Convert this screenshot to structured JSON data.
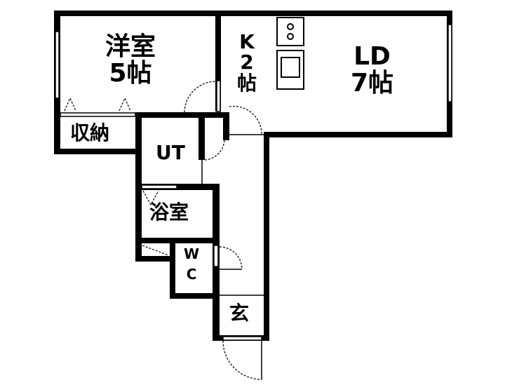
{
  "rooms": {
    "western_room": {
      "name": "洋室",
      "size": "5帖"
    },
    "kitchen": {
      "name": "K",
      "size_num": "2",
      "size_unit": "帖"
    },
    "living_dining": {
      "name": "LD",
      "size": "7帖"
    },
    "storage": {
      "name": "収納"
    },
    "utility": {
      "name": "UT"
    },
    "bathroom": {
      "name": "浴室"
    },
    "toilet": {
      "line1": "W",
      "line2": "C"
    },
    "entrance": {
      "name": "玄"
    }
  },
  "colors": {
    "wall": "#000000",
    "background": "#ffffff"
  }
}
